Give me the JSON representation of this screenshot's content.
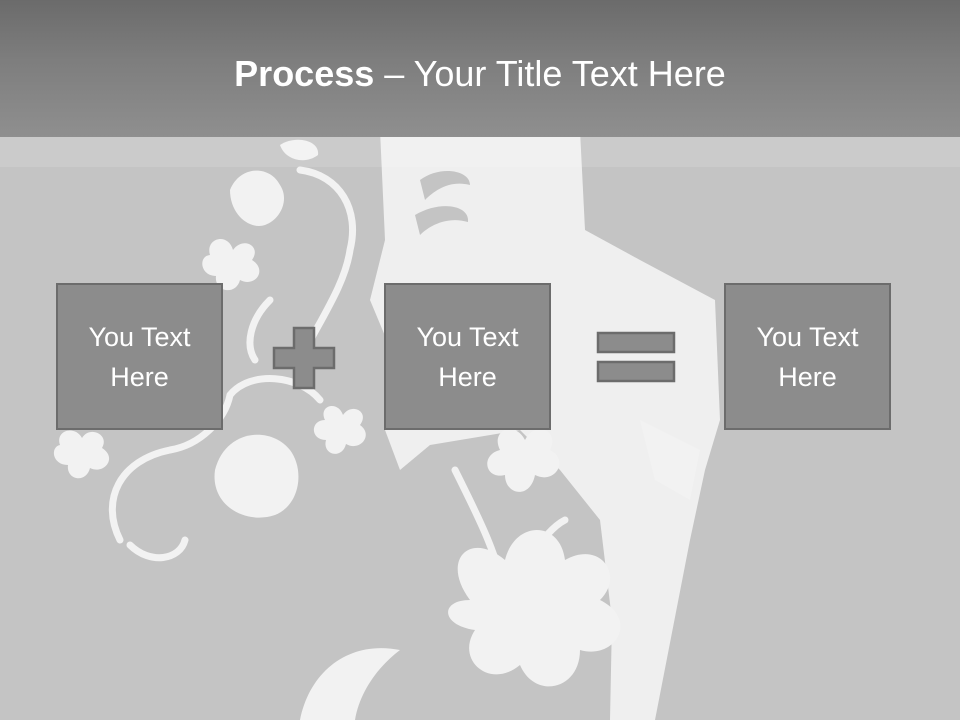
{
  "slide": {
    "title_bold": "Process",
    "title_rest": " – Your Title Text Here",
    "boxes": [
      {
        "text": "You Text\nHere"
      },
      {
        "text": "You Text\nHere"
      },
      {
        "text": "You Text\nHere"
      }
    ]
  },
  "colors": {
    "background": "#c4c4c4",
    "title_bar": "#7e7e7e",
    "box_fill": "#8c8c8c",
    "box_border": "#6c6c6c",
    "floral": "#f2f2f2",
    "text": "#ffffff"
  },
  "icons": [
    "plus-icon",
    "equals-icon"
  ]
}
